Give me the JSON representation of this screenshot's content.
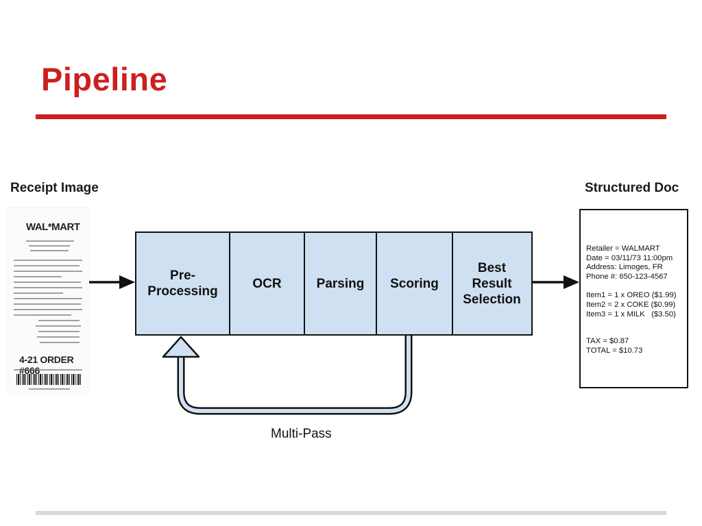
{
  "slide": {
    "title": "Pipeline",
    "input_label": "Receipt Image",
    "output_label": "Structured Doc",
    "loop_label": "Multi-Pass"
  },
  "receipt": {
    "logo": "WAL*MART",
    "order": "4-21 ORDER #666"
  },
  "stages": [
    {
      "label": "Pre-\nProcessing"
    },
    {
      "label": "OCR"
    },
    {
      "label": "Parsing"
    },
    {
      "label": "Scoring"
    },
    {
      "label": "Best\nResult\nSelection"
    }
  ],
  "structured_doc": {
    "header": [
      "Retailer = WALMART",
      "Date = 03/11/73 11:00pm",
      "Address: Limoges, FR",
      "Phone #: 650-123-4567"
    ],
    "items": [
      "Item1 = 1 x OREO ($1.99)",
      "Item2 = 2 x COKE ($0.99)",
      "Item3 = 1 x MILK   ($3.50)"
    ],
    "totals": [
      "TAX = $0.87",
      "TOTAL = $10.73"
    ]
  },
  "colors": {
    "title": "#cc1f1f",
    "stage_fill": "#cfe0f2",
    "outline": "#111111",
    "footer_rule": "#d9d9d9"
  }
}
